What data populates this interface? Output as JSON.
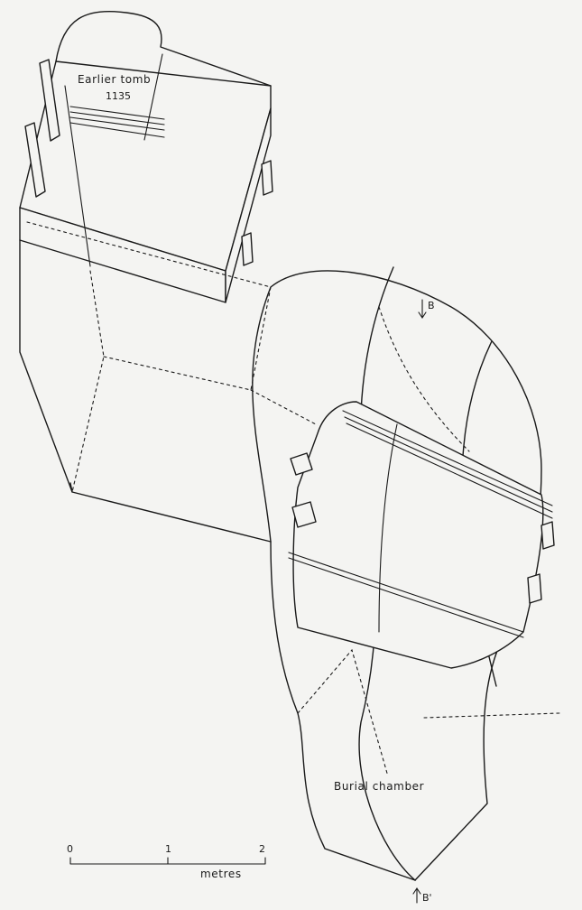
{
  "labels": {
    "earlier_tomb": "Earlier tomb",
    "tomb_number": "1135",
    "burial_chamber": "Burial chamber",
    "section_top": "B",
    "section_bottom": "B'"
  },
  "scale_bar": {
    "ticks": [
      "0",
      "1",
      "2"
    ],
    "unit": "metres"
  }
}
